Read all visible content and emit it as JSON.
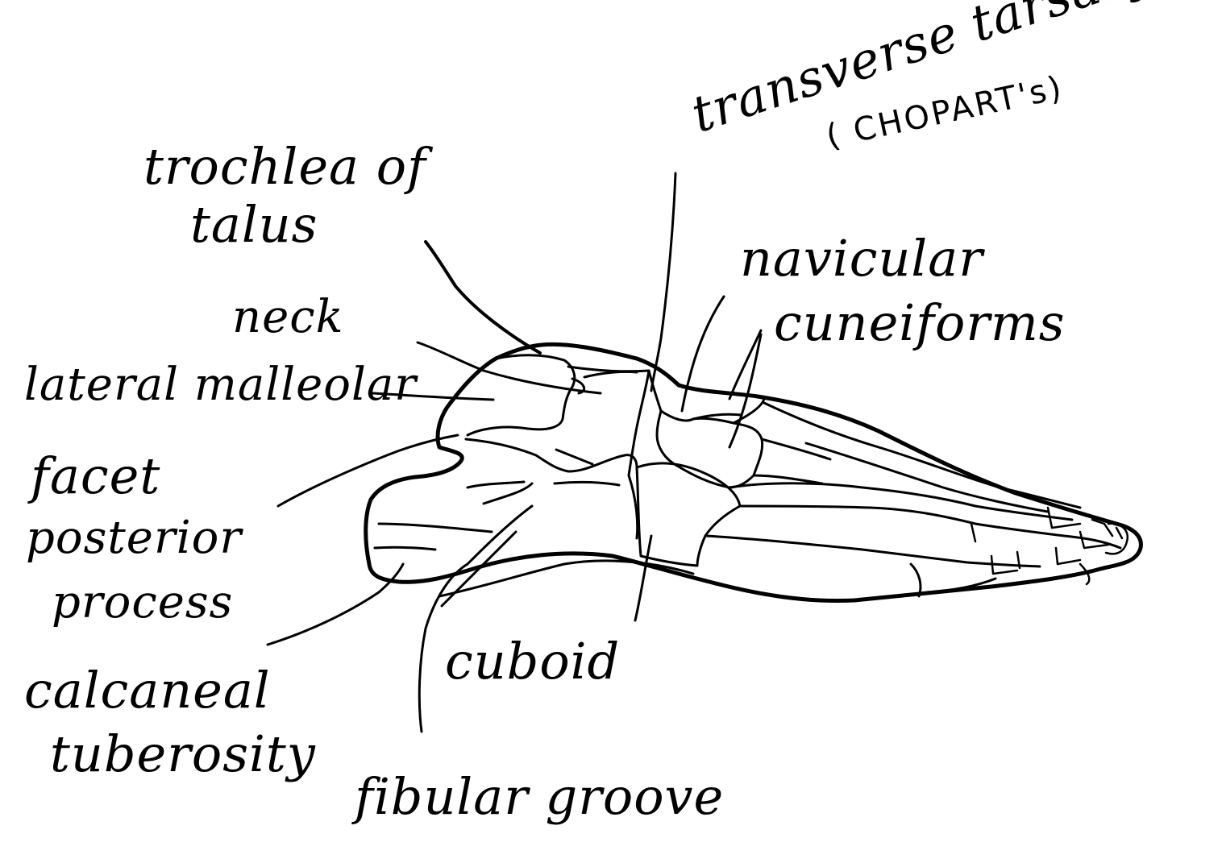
{
  "labels": {
    "trochlea_of_talus_line1": "trochlea of",
    "trochlea_of_talus_line2": "talus",
    "neck": "neck",
    "lateral_malleolar_facet_line1": "lateral malleolar",
    "lateral_malleolar_facet_line2": "facet",
    "posterior_process_line1": "posterior",
    "posterior_process_line2": "process",
    "calcaneal_tuberosity_line1": "calcaneal",
    "calcaneal_tuberosity_line2": "tuberosity",
    "fibular_groove": "fibular groove",
    "cuboid": "cuboid",
    "transverse_tarsal_joint_line1": "transverse tarsal joint",
    "transverse_tarsal_joint_line2": "( CHOPART's)",
    "navicular": "navicular",
    "cuneiforms": "cuneiforms"
  },
  "ink_color": "#000000",
  "background_color": "#ffffff"
}
